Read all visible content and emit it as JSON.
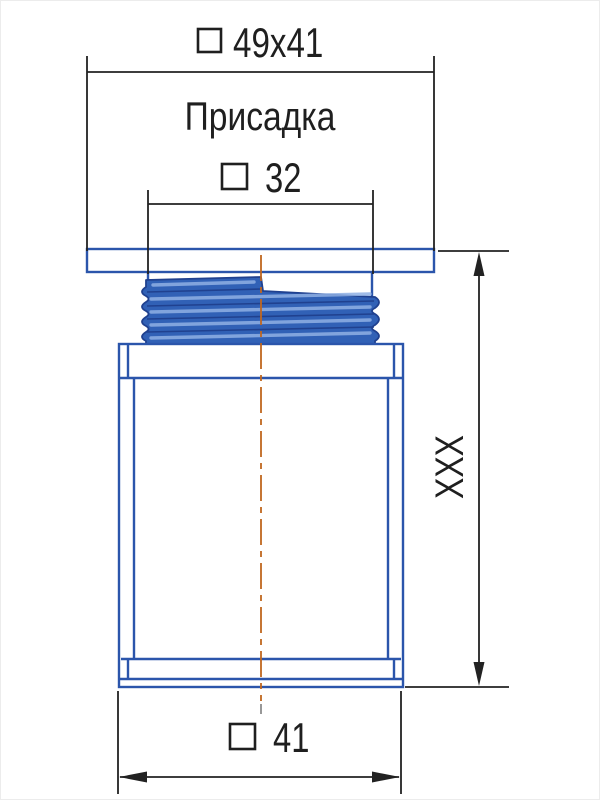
{
  "drawing": {
    "part_note": "Присадка",
    "dimensions": {
      "flange": {
        "symbol": "square-outline",
        "value": "49x41"
      },
      "thread": {
        "symbol": "square-outline",
        "value": "32"
      },
      "height": {
        "value": "XXX"
      },
      "body": {
        "symbol": "square-outline",
        "value": "41"
      }
    },
    "colors": {
      "dimension_black": "#222222",
      "outline_blue": "#2b55ab",
      "thread_fill": "#3161b6",
      "thread_dark": "#20418f",
      "thread_highlight": "#8fb0e4",
      "centerline_orange": "#c0671f",
      "centerline_gray": "#8c8c8c"
    },
    "icons": {
      "square_symbol": "square-outline-icon"
    }
  }
}
